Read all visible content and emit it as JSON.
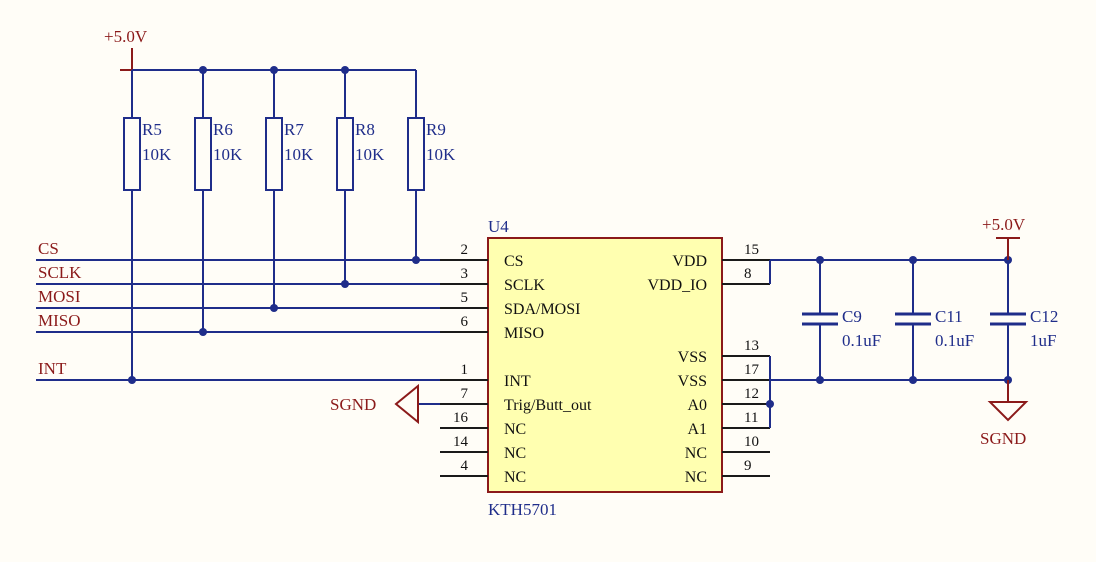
{
  "power": {
    "top_rail": "+5.0V",
    "right_rail": "+5.0V",
    "ground_left": "SGND",
    "ground_right": "SGND"
  },
  "resistors": [
    {
      "ref": "R5",
      "value": "10K"
    },
    {
      "ref": "R6",
      "value": "10K"
    },
    {
      "ref": "R7",
      "value": "10K"
    },
    {
      "ref": "R8",
      "value": "10K"
    },
    {
      "ref": "R9",
      "value": "10K"
    }
  ],
  "capacitors": [
    {
      "ref": "C9",
      "value": "0.1uF"
    },
    {
      "ref": "C11",
      "value": "0.1uF"
    },
    {
      "ref": "C12",
      "value": "1uF"
    }
  ],
  "nets": [
    "CS",
    "SCLK",
    "MOSI",
    "MISO",
    "INT"
  ],
  "chip": {
    "ref": "U4",
    "part": "KTH5701",
    "left_pins": [
      {
        "num": "2",
        "name": "CS"
      },
      {
        "num": "3",
        "name": "SCLK"
      },
      {
        "num": "5",
        "name": "SDA/MOSI"
      },
      {
        "num": "6",
        "name": "MISO"
      },
      {
        "num": "1",
        "name": "INT"
      },
      {
        "num": "7",
        "name": "Trig/Butt_out"
      },
      {
        "num": "16",
        "name": "NC"
      },
      {
        "num": "14",
        "name": "NC"
      },
      {
        "num": "4",
        "name": "NC"
      }
    ],
    "right_pins": [
      {
        "num": "15",
        "name": "VDD"
      },
      {
        "num": "8",
        "name": "VDD_IO"
      },
      {
        "num": "13",
        "name": "VSS"
      },
      {
        "num": "17",
        "name": "VSS"
      },
      {
        "num": "12",
        "name": "A0"
      },
      {
        "num": "11",
        "name": "A1"
      },
      {
        "num": "10",
        "name": "NC"
      },
      {
        "num": "9",
        "name": "NC"
      }
    ]
  }
}
